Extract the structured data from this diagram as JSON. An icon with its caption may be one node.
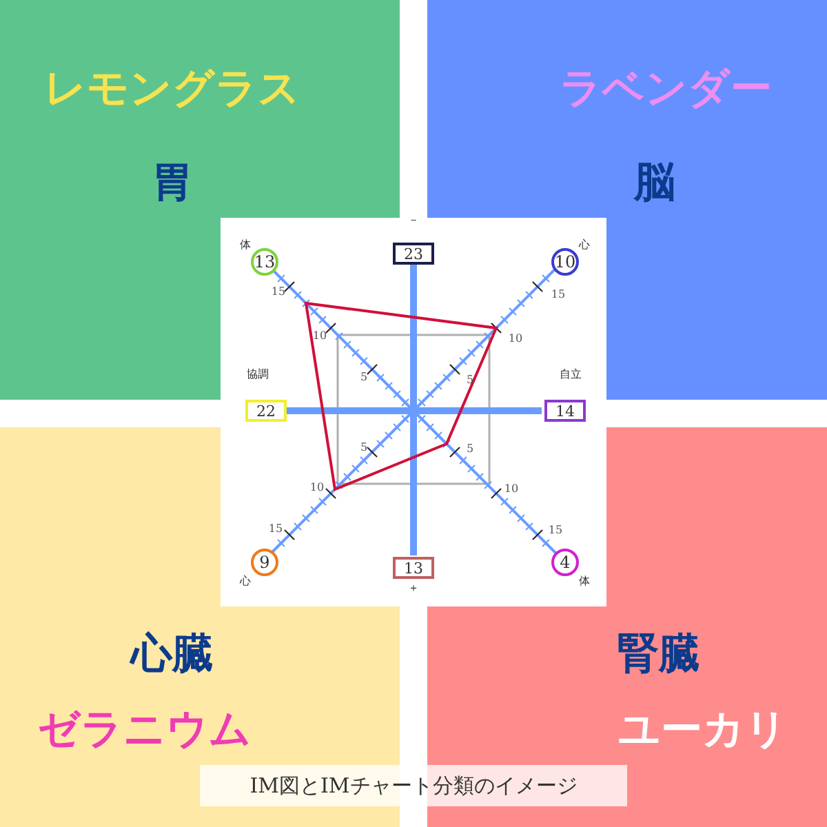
{
  "diagram": {
    "caption": "IM図とIMチャート分類のイメージ",
    "nodes": [
      {
        "text": [
          "レモングラス",
          "胃"
        ]
      },
      {
        "text": [
          "ラベンダー",
          "脳"
        ]
      },
      {
        "text": [
          "心臓",
          "ゼラニウム"
        ]
      },
      {
        "text": [
          "腎臓",
          "ユーカリ"
        ]
      }
    ],
    "labels": [
      "体",
      "－",
      "心",
      "13",
      "23",
      "10",
      "15",
      "15",
      "10",
      "10",
      "5",
      "5",
      "協調",
      "自立",
      "22",
      "14",
      "5",
      "5",
      "10",
      "10",
      "15",
      "15",
      "9",
      "13",
      "4",
      "心",
      "＋",
      "体"
    ]
  }
}
